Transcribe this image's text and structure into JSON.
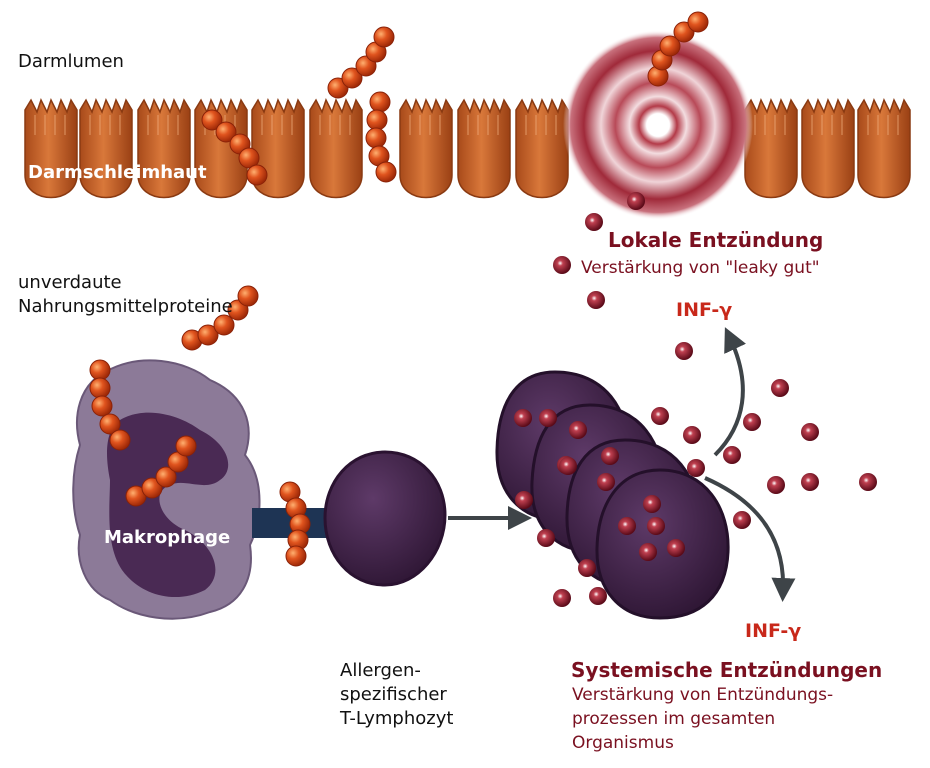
{
  "labels": {
    "lumen": "Darmlumen",
    "mucosa": "Darmschleimhaut",
    "proteins_1": "unverdaute",
    "proteins_2": "Nahrungsmittelproteine",
    "macrophage": "Makrophage",
    "tcell_1": "Allergen-",
    "tcell_2": "spezifischer",
    "tcell_3": "T-Lymphozyt",
    "local_title": "Lokale Entzündung",
    "local_sub": "Verstärkung von \"leaky gut\"",
    "inf_upper": "INF-γ",
    "inf_lower": "INF-γ",
    "systemic_title": "Systemische Entzündungen",
    "systemic_sub_1": "Verstärkung von Entzündungs-",
    "systemic_sub_2": "prozessen im gesamten",
    "systemic_sub_3": "Organismus"
  },
  "colors": {
    "villus": "#c8642a",
    "villus_dark": "#8a3a12",
    "protein_bead": "#d83a12",
    "protein_highlight": "#ffb070",
    "cytokine": "#7a1020",
    "cell_purple": "#4e2c56",
    "macrophage_light": "#8c7a98",
    "macrophage_dark": "#4a2a54",
    "arrow": "#3e4448",
    "label_dark_red": "#7a1020",
    "label_red": "#c8281a"
  },
  "icons": {
    "villi": "intestinal-villus-icon",
    "protein": "protein-chain-icon",
    "cytokine": "cytokine-granule-icon",
    "macrophage": "macrophage-cell-icon",
    "tcell": "t-lymphocyte-icon"
  }
}
